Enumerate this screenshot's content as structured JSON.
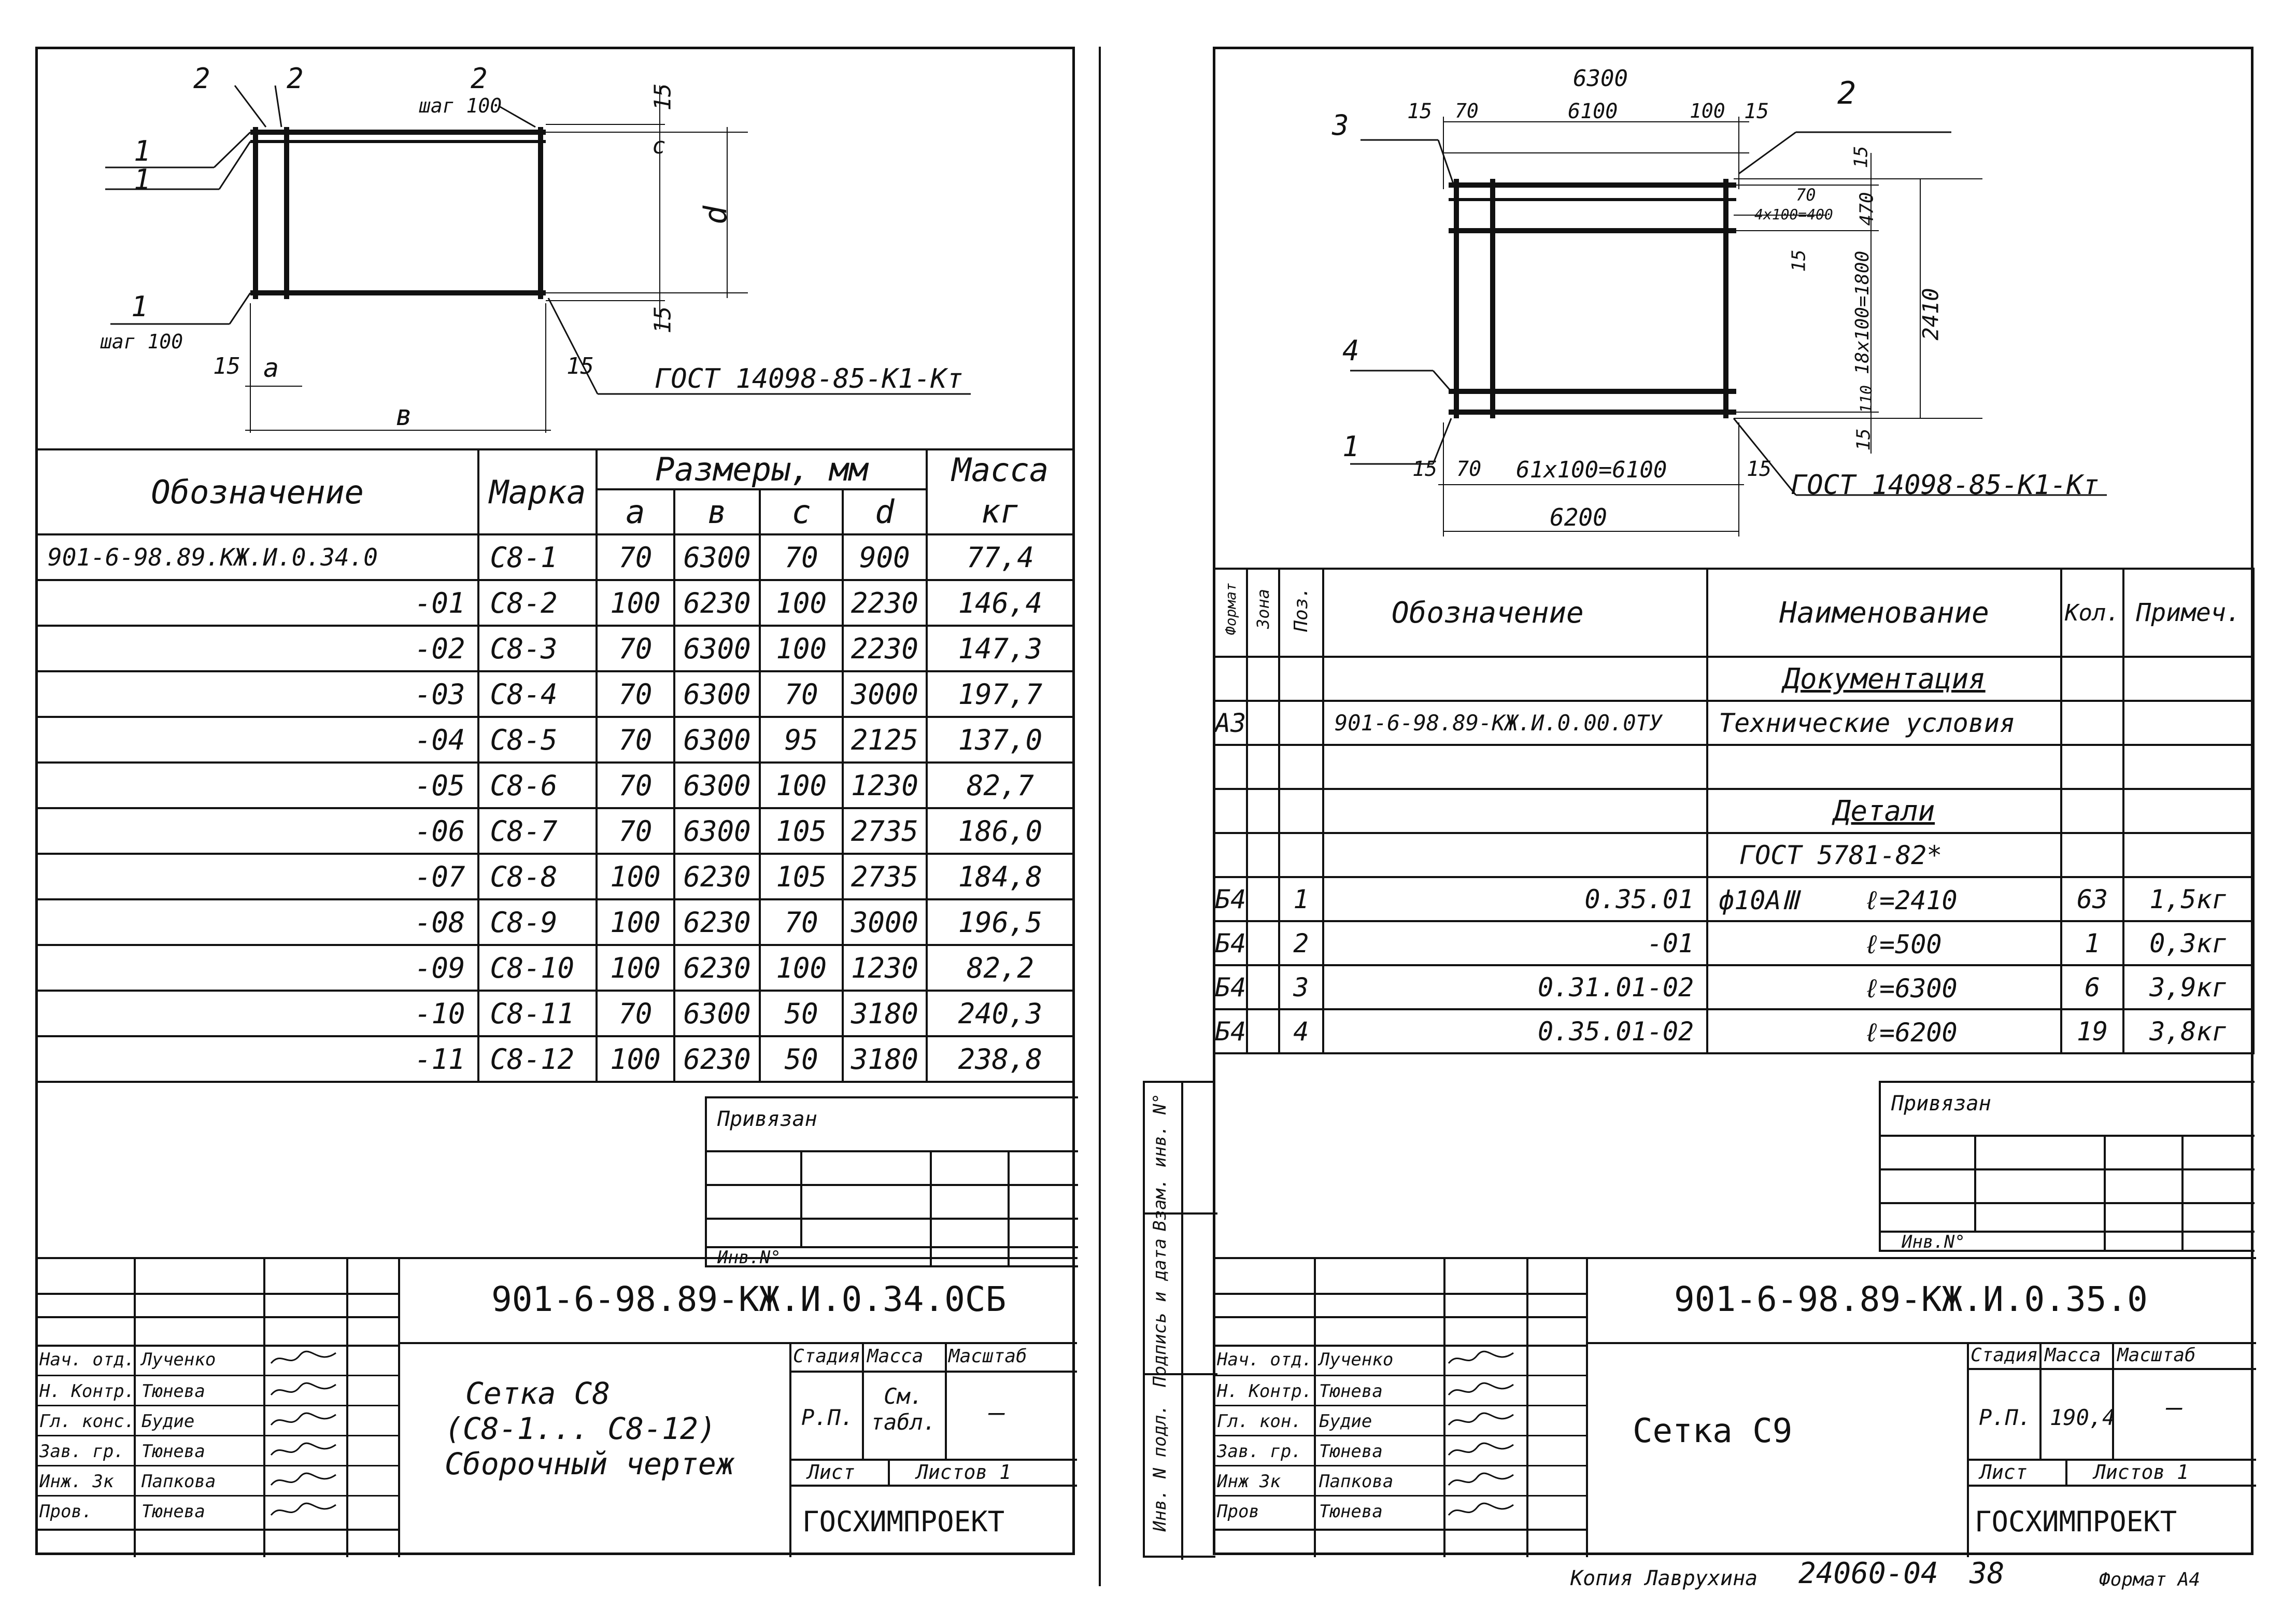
{
  "left_sheet": {
    "drawing": {
      "pos_labels_top": [
        "2",
        "2",
        "2"
      ],
      "pos_labels_left": [
        "1",
        "1",
        "1"
      ],
      "step_top": "шаг 100",
      "step_left": "шаг 100",
      "dim_15_top": "15",
      "dim_c": "c",
      "dim_d": "d",
      "dim_15_right": "15",
      "dim_15_bl": "15",
      "dim_a": "a",
      "dim_15_br": "15",
      "dim_b": "в",
      "gost": "ГОСТ 14098-85-К1-Кт"
    },
    "spec_table": {
      "headers": {
        "designation": "Обозначение",
        "mark": "Марка",
        "sizes": "Размеры, мм",
        "mass": "Масса",
        "mass_unit": "кг",
        "a": "a",
        "b": "в",
        "c": "c",
        "d": "d"
      },
      "rows": [
        {
          "designation": "901-6-98.89.КЖ.И.0.34.0",
          "mark": "С8-1",
          "a": "70",
          "b": "6300",
          "c": "70",
          "d": "900",
          "mass": "77,4"
        },
        {
          "designation": "-01",
          "mark": "С8-2",
          "a": "100",
          "b": "6230",
          "c": "100",
          "d": "2230",
          "mass": "146,4"
        },
        {
          "designation": "-02",
          "mark": "С8-3",
          "a": "70",
          "b": "6300",
          "c": "100",
          "d": "2230",
          "mass": "147,3"
        },
        {
          "designation": "-03",
          "mark": "С8-4",
          "a": "70",
          "b": "6300",
          "c": "70",
          "d": "3000",
          "mass": "197,7"
        },
        {
          "designation": "-04",
          "mark": "С8-5",
          "a": "70",
          "b": "6300",
          "c": "95",
          "d": "2125",
          "mass": "137,0"
        },
        {
          "designation": "-05",
          "mark": "С8-6",
          "a": "70",
          "b": "6300",
          "c": "100",
          "d": "1230",
          "mass": "82,7"
        },
        {
          "designation": "-06",
          "mark": "С8-7",
          "a": "70",
          "b": "6300",
          "c": "105",
          "d": "2735",
          "mass": "186,0"
        },
        {
          "designation": "-07",
          "mark": "С8-8",
          "a": "100",
          "b": "6230",
          "c": "105",
          "d": "2735",
          "mass": "184,8"
        },
        {
          "designation": "-08",
          "mark": "С8-9",
          "a": "100",
          "b": "6230",
          "c": "70",
          "d": "3000",
          "mass": "196,5"
        },
        {
          "designation": "-09",
          "mark": "С8-10",
          "a": "100",
          "b": "6230",
          "c": "100",
          "d": "1230",
          "mass": "82,2"
        },
        {
          "designation": "-10",
          "mark": "С8-11",
          "a": "70",
          "b": "6300",
          "c": "50",
          "d": "3180",
          "mass": "240,3"
        },
        {
          "designation": "-11",
          "mark": "С8-12",
          "a": "100",
          "b": "6230",
          "c": "50",
          "d": "3180",
          "mass": "238,8"
        }
      ]
    },
    "privyazan": "Привязан",
    "inv": "Инв.N°",
    "title_block": {
      "code": "901-6-98.89-КЖ.И.0.34.0СБ",
      "name_line1": "Сетка  С8",
      "name_line2": "(С8-1... С8-12)",
      "name_line3": "Сборочный  чертеж",
      "stage_h": "Стадия",
      "mass_h": "Масса",
      "scale_h": "Масштаб",
      "stage": "Р.П.",
      "mass": "См. табл.",
      "scale": "—",
      "sheet": "Лист",
      "sheets": "Листов 1",
      "org": "ГОСХИМПРОЕКТ",
      "roles": [
        {
          "role": "Нач. отд.",
          "name": "Лученко"
        },
        {
          "role": "Н. Контр.",
          "name": "Тюнева"
        },
        {
          "role": "Гл. конс.",
          "name": "Будие"
        },
        {
          "role": "Зав. гр.",
          "name": "Тюнева"
        },
        {
          "role": "Инж. 3к",
          "name": "Папкова"
        },
        {
          "role": "Пров.",
          "name": "Тюнева"
        }
      ]
    }
  },
  "right_sheet": {
    "drawing": {
      "dim_6300": "6300",
      "dim_6100": "6100",
      "dim_15a": "15",
      "dim_70a": "70",
      "dim_100": "100",
      "dim_15b": "15",
      "pos3": "3",
      "pos2": "2",
      "pos4": "4",
      "pos1": "1",
      "dim_15_r1": "15",
      "dim_70_r": "70",
      "dim_4x100": "4x100=400",
      "dim_470": "470",
      "dim_15_r2": "15",
      "dim_18x100": "18x100=1800",
      "dim_2410": "2410",
      "dim_110": "110",
      "dim_15_r3": "15",
      "dim_15_bl": "15",
      "dim_70_b": "70",
      "dim_61x100": "61x100=6100",
      "dim_15_bb": "15",
      "dim_6200": "6200",
      "gost": "ГОСТ 14098-85-К1-Кт"
    },
    "bom": {
      "headers": {
        "format": "Формат",
        "zone": "Зона",
        "pos": "Поз.",
        "designation": "Обозначение",
        "name": "Наименование",
        "qty": "Кол.",
        "note": "Примеч."
      },
      "section_docs": "Документация",
      "doc_row": {
        "format": "А3",
        "designation": "901-6-98.89-КЖ.И.0.00.0ТУ",
        "name": "Технические условия"
      },
      "section_parts": "Детали",
      "parts_std": "ГОСТ 5781-82*",
      "rows": [
        {
          "format": "Б4",
          "pos": "1",
          "designation": "0.35.01",
          "name_a": "ф10АⅢ",
          "name_b": "ℓ=2410",
          "qty": "63",
          "note": "1,5кг"
        },
        {
          "format": "Б4",
          "pos": "2",
          "designation": "-01",
          "name_a": "",
          "name_b": "ℓ=500",
          "qty": "1",
          "note": "0,3кг"
        },
        {
          "format": "Б4",
          "pos": "3",
          "designation": "0.31.01-02",
          "name_a": "",
          "name_b": "ℓ=6300",
          "qty": "6",
          "note": "3,9кг"
        },
        {
          "format": "Б4",
          "pos": "4",
          "designation": "0.35.01-02",
          "name_a": "",
          "name_b": "ℓ=6200",
          "qty": "19",
          "note": "3,8кг"
        }
      ]
    },
    "privyazan": "Привязан",
    "inv": "Инв.N°",
    "side_labels": [
      "Взам. инв. N°",
      "Подпись и дата",
      "Инв. N подл."
    ],
    "title_block": {
      "code": "901-6-98.89-КЖ.И.0.35.0",
      "name": "Сетка С9",
      "stage_h": "Стадия",
      "mass_h": "Масса",
      "scale_h": "Масштаб",
      "stage": "Р.П.",
      "mass": "190,4",
      "scale": "—",
      "sheet": "Лист",
      "sheets": "Листов 1",
      "org": "ГОСХИМПРОЕКТ",
      "roles": [
        {
          "role": "Нач. отд.",
          "name": "Лученко"
        },
        {
          "role": "Н. Контр.",
          "name": "Тюнева"
        },
        {
          "role": "Гл. кон.",
          "name": "Будие"
        },
        {
          "role": "Зав. гр.",
          "name": "Тюнева"
        },
        {
          "role": "Инж 3к",
          "name": "Папкова"
        },
        {
          "role": "Пров",
          "name": "Тюнева"
        }
      ]
    }
  },
  "footer": {
    "copied": "Копия Лаврухина",
    "number": "24060-04",
    "page": "38",
    "format": "Формат А4"
  }
}
